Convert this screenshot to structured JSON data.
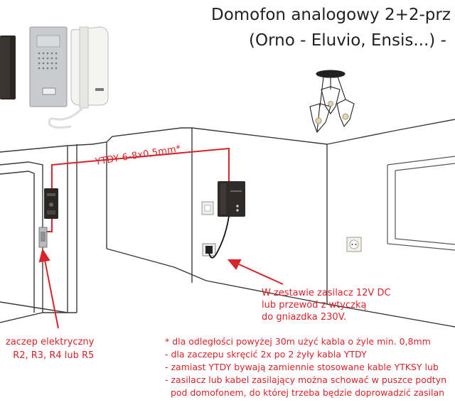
{
  "title": {
    "line1": "Domofon analogowy 2+2-prz",
    "line2": "(Orno - Eluvio, Ensis...) -"
  },
  "cable_label": "YTDY 6-8x0,5mm*",
  "psu_note": [
    "W zestawie zasilacz 12V DC",
    "lub przewód z wtyczką",
    "do gniazdka 230V."
  ],
  "strike_note": [
    "zaczep elektryczny",
    "R2, R3, R4 lub R5"
  ],
  "notes": [
    "* dla odległości powyżej 30m użyć kabla o żyle min. 0,8mm",
    "- dla zaczepu skręcić 2x po 2 żyły kabla YTDY",
    "- zamiast YTDY bywają zamiennie stosowane kable YTKSY lub",
    "- zasilacz lub kabel zasilający można schować w puszce podtyn",
    "  pod domofonem, do której trzeba będzie doprowadzić zasilan"
  ],
  "colors": {
    "accent_red": "#d8232a",
    "wall_line": "#3a3a3a"
  }
}
